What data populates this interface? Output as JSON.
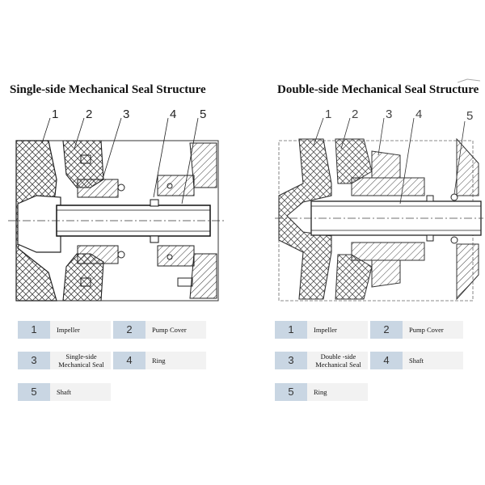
{
  "left": {
    "title": "Single-side Mechanical Seal Structure",
    "callouts": [
      "1",
      "2",
      "3",
      "4",
      "5"
    ],
    "legend": [
      {
        "num": "1",
        "label": "Impeller"
      },
      {
        "num": "2",
        "label": "Pump Cover"
      },
      {
        "num": "3",
        "label": "Single-side Mechanical Seal"
      },
      {
        "num": "4",
        "label": "Ring"
      },
      {
        "num": "5",
        "label": "Shaft"
      }
    ]
  },
  "right": {
    "title": "Double-side Mechanical Seal Structure",
    "callouts": [
      "1",
      "2",
      "3",
      "4",
      "5"
    ],
    "legend": [
      {
        "num": "1",
        "label": "Impeller"
      },
      {
        "num": "2",
        "label": "Pump Cover"
      },
      {
        "num": "3",
        "label": "Double -side Mechanical Seal"
      },
      {
        "num": "4",
        "label": "Shaft"
      },
      {
        "num": "5",
        "label": "Ring"
      }
    ]
  },
  "colors": {
    "legend_number_bg": "#c9d6e3",
    "legend_label_bg": "#f2f2f2"
  }
}
